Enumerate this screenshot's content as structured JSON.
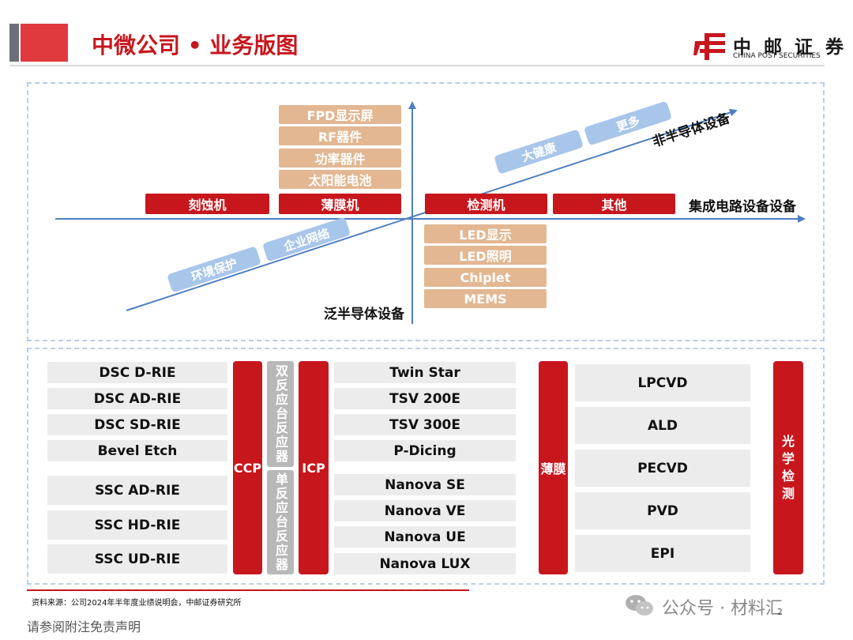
{
  "header": {
    "title": "中微公司 • 业务版图",
    "logo_cn": "中 邮 证 券",
    "logo_en": "CHINA POST SECURITIES",
    "brand_color": "#c8161d"
  },
  "diagram": {
    "top_boxes": [
      "FPD显示屏",
      "RF器件",
      "功率器件",
      "太阳能电池"
    ],
    "row_boxes": [
      "刻蚀机",
      "薄膜机",
      "检测机",
      "其他"
    ],
    "bottom_boxes": [
      "LED显示",
      "LED照明",
      "Chiplet",
      "MEMS"
    ],
    "axis_right": "集成电路设备设备",
    "axis_diag_top": "非半导体设备",
    "axis_bottom": "泛半导体设备",
    "tags_upper": [
      "大健康",
      "更多"
    ],
    "tags_lower": [
      "环境保护",
      "企业网络"
    ]
  },
  "products": {
    "col1": [
      "DSC D-RIE",
      "DSC AD-RIE",
      "DSC SD-RIE",
      "Bevel Etch",
      "SSC AD-RIE",
      "SSC HD-RIE",
      "SSC UD-RIE"
    ],
    "ccp": "CCP",
    "dual": "双反应台反应器",
    "single": "单反应台反应器",
    "icp": "ICP",
    "col2": [
      "Twin Star",
      "TSV 200E",
      "TSV 300E",
      "P-Dicing",
      "Nanova SE",
      "Nanova VE",
      "Nanova UE",
      "Nanova LUX"
    ],
    "film": "薄膜",
    "col3": [
      "LPCVD",
      "ALD",
      "PECVD",
      "PVD",
      "EPI"
    ],
    "optical": "光学检测"
  },
  "footer": {
    "source": "资料来源：公司2024年半年度业绩说明会，中邮证券研究所",
    "disclaimer": "请参阅附注免责声明",
    "watermark": "公众号 · 材料汇",
    "page": "2"
  }
}
